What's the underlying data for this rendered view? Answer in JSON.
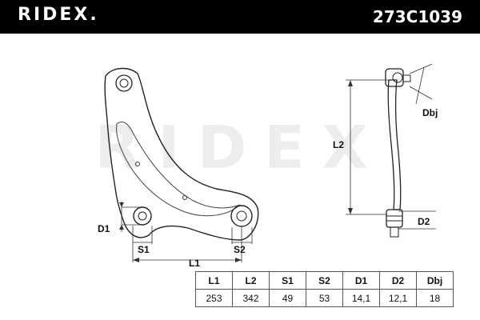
{
  "header": {
    "brand": "RIDEX.",
    "part_number": "273C1039"
  },
  "watermark": "RIDEX",
  "drawing_labels": {
    "l1": "L1",
    "l2": "L2",
    "s1": "S1",
    "s2": "S2",
    "d1": "D1",
    "d2": "D2",
    "dbj": "Dbj"
  },
  "specs": {
    "columns": [
      "L1",
      "L2",
      "S1",
      "S2",
      "D1",
      "D2",
      "Dbj"
    ],
    "values": [
      "253",
      "342",
      "49",
      "53",
      "14,1",
      "12,1",
      "18"
    ]
  }
}
